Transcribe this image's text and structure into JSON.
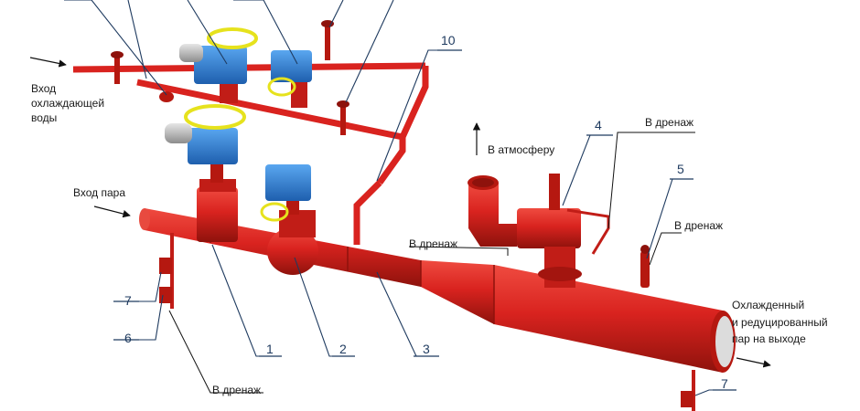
{
  "labels": {
    "water_inlet_1": "Вход",
    "water_inlet_2": "охлаждающей",
    "water_inlet_3": "воды",
    "steam_inlet": "Вход пара",
    "to_atmosphere": "В атмосферу",
    "drain_top": "В дренаж",
    "drain_right": "В дренаж",
    "drain_mid": "В дренаж",
    "drain_bottom": "В дренаж",
    "outlet_1": "Охлажденный",
    "outlet_2": "и редуцированный",
    "outlet_3": "пар на выходе"
  },
  "callouts": {
    "n1": "1",
    "n2": "2",
    "n3": "3",
    "n4": "4",
    "n5": "5",
    "n6": "6",
    "n7_left": "7",
    "n7_right": "7",
    "n10": "10"
  },
  "colors": {
    "pipe_red": "#d9231f",
    "pipe_dark": "#a3150f",
    "actuator_blue": "#2f7fd6",
    "handwheel_yellow": "#e6e21d",
    "callout_line": "#1e3a5f",
    "leader_line": "#111111"
  },
  "icons": [
    "arrow-right-icon",
    "arrow-up-icon",
    "handwheel-icon",
    "actuator-icon",
    "valve-icon"
  ]
}
